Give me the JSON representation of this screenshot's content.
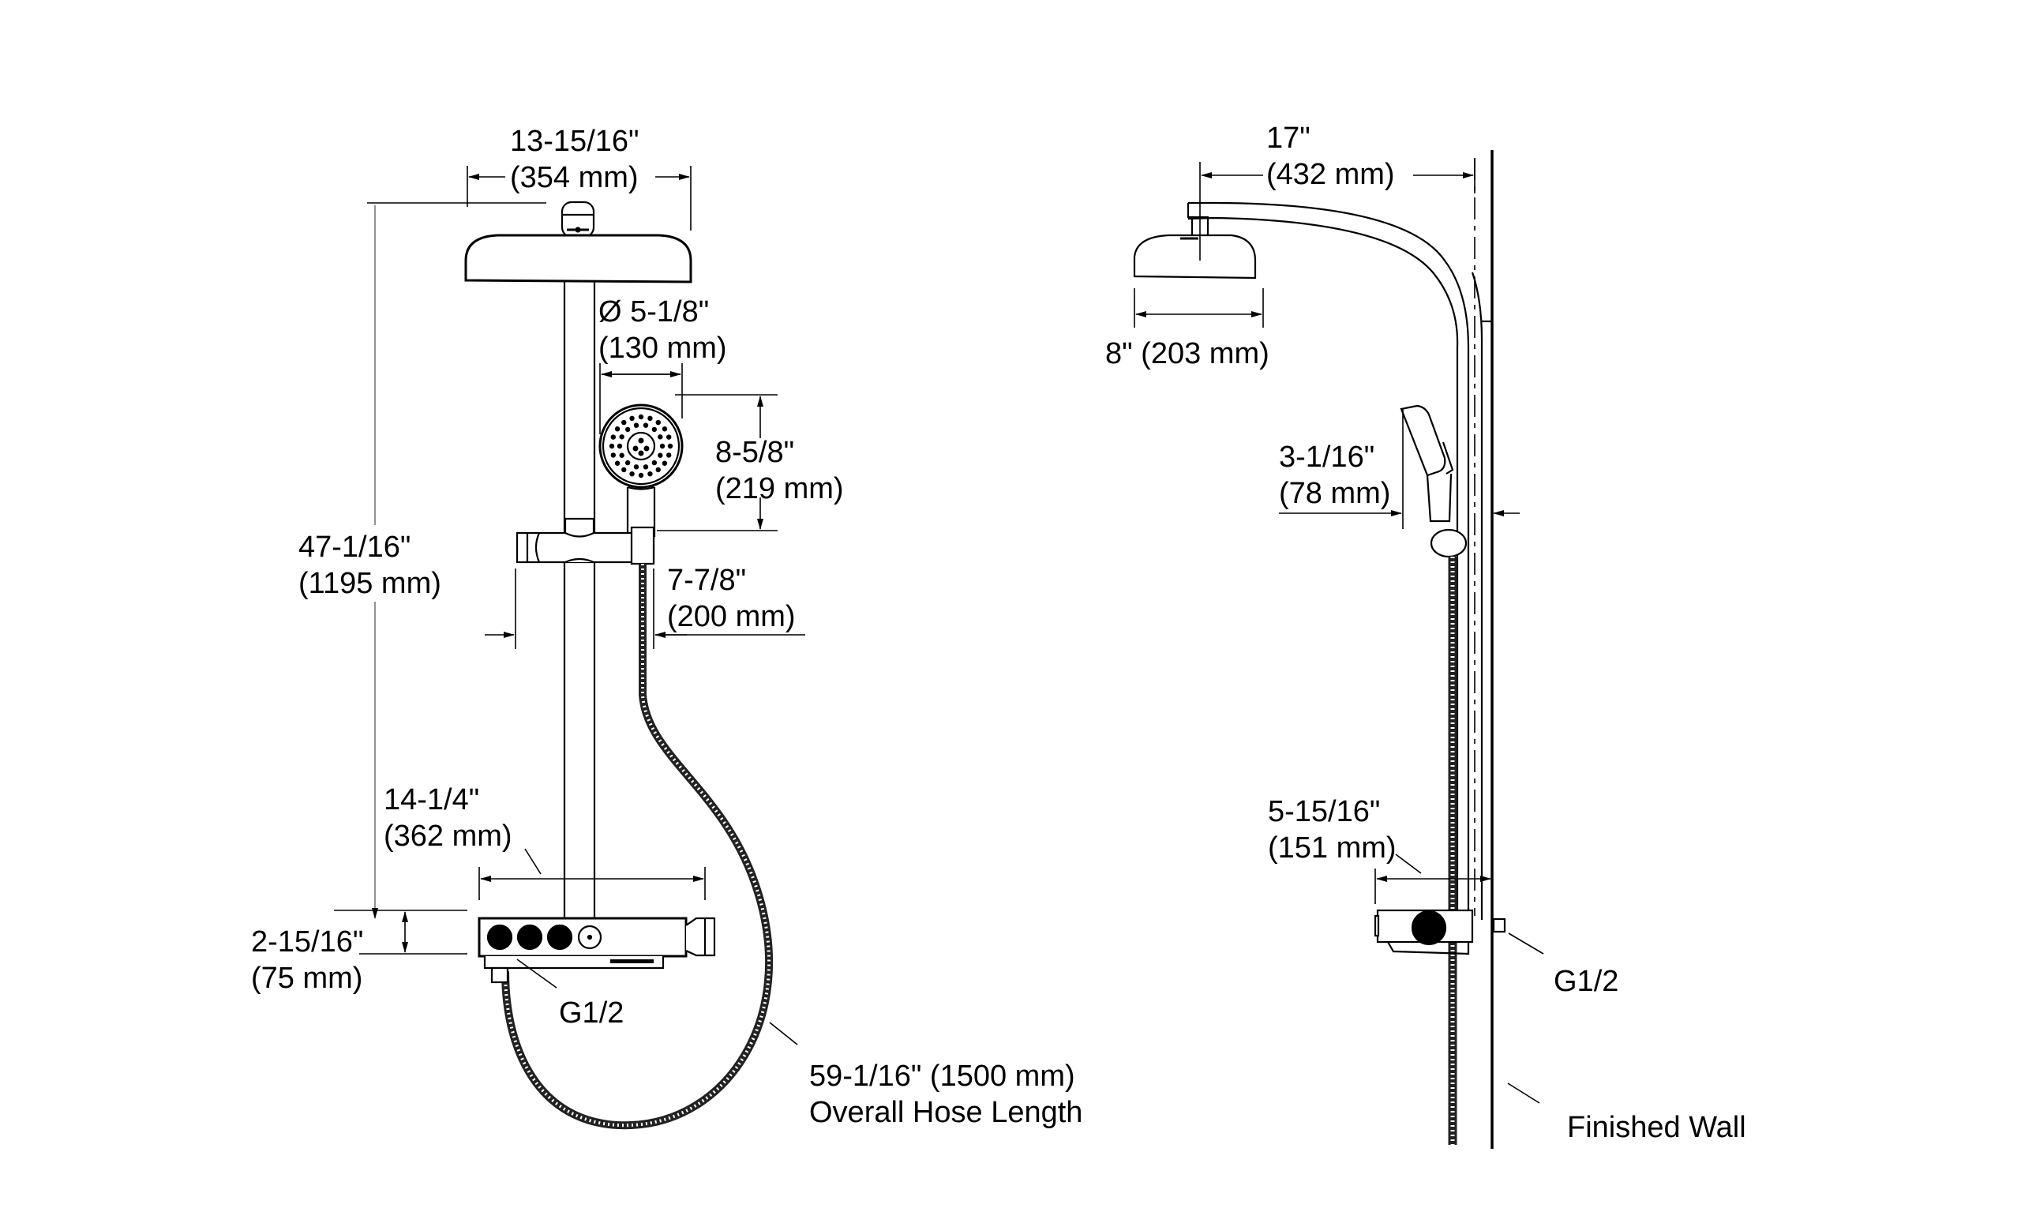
{
  "figure": {
    "type": "dimension-drawing",
    "subject": "shower column with overhead rain head, handshower and thermostatic control",
    "views": [
      "front",
      "side"
    ]
  },
  "front_view": {
    "overhead_width": {
      "imperial": "13-15/16\"",
      "metric": "(354 mm)"
    },
    "handshower_diameter": {
      "imperial": "Ø 5-1/8\"",
      "metric": "(130 mm)"
    },
    "handshower_height": {
      "imperial": "8-5/8\"",
      "metric": "(219 mm)"
    },
    "overall_height": {
      "imperial": "47-1/16\"",
      "metric": "(1195 mm)"
    },
    "holder_width": {
      "imperial": "7-7/8\"",
      "metric": "(200 mm)"
    },
    "control_width": {
      "imperial": "14-1/4\"",
      "metric": "(362 mm)"
    },
    "control_height": {
      "imperial": "2-15/16\"",
      "metric": "(75 mm)"
    },
    "inlet_label": "G1/2",
    "hose_length": {
      "line1": "59-1/16\" (1500 mm)",
      "line2": "Overall Hose Length"
    }
  },
  "side_view": {
    "arm_projection": {
      "imperial": "17\"",
      "metric": "(432 mm)"
    },
    "overhead_diameter": {
      "text": "8\" (203 mm)"
    },
    "handshower_projection": {
      "imperial": "3-1/16\"",
      "metric": "(78 mm)"
    },
    "control_projection": {
      "imperial": "5-15/16\"",
      "metric": "(151 mm)"
    },
    "inlet_label": "G1/2",
    "wall_label": "Finished Wall"
  }
}
